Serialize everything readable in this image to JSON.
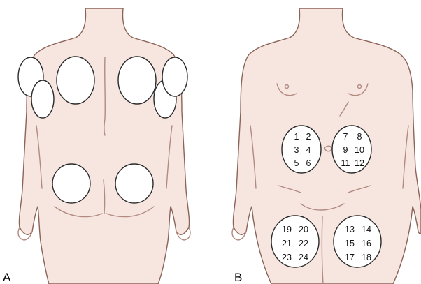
{
  "panels": {
    "a": {
      "label": "A"
    },
    "b": {
      "label": "B"
    }
  },
  "abdomen": {
    "right": {
      "numbers": [
        "1",
        "2",
        "3",
        "4",
        "5",
        "6"
      ]
    },
    "left": {
      "numbers": [
        "7",
        "8",
        "9",
        "10",
        "11",
        "12"
      ]
    }
  },
  "thighs": {
    "left": {
      "numbers": [
        "13",
        "14",
        "15",
        "16",
        "17",
        "18"
      ]
    },
    "right": {
      "numbers": [
        "19",
        "20",
        "21",
        "22",
        "23",
        "24"
      ]
    }
  },
  "colors": {
    "skin": "#f7e6e0",
    "outline": "#8b6459",
    "zone_fill": "#ffffff",
    "zone_stroke": "#2a2a2a"
  }
}
